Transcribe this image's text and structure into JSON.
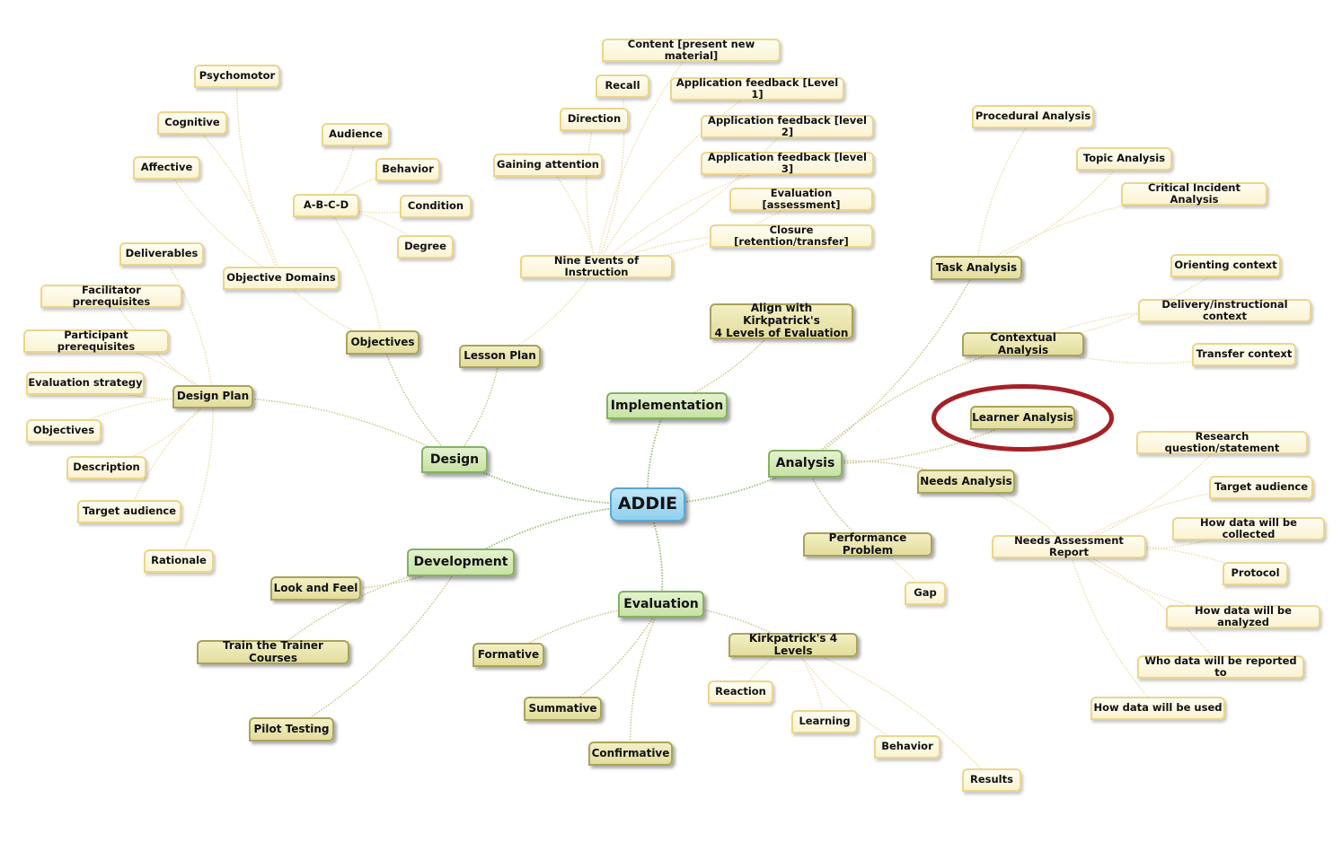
{
  "accent_colors": {
    "root": "#8fd0ee",
    "phase": "#c7e2a4",
    "branch": "#e2dd9c",
    "leaf": "#fbf3d2",
    "highlight": "#a52127"
  },
  "nodes": {
    "addie": {
      "label": "ADDIE",
      "level": "root"
    },
    "design": {
      "label": "Design",
      "level": "phase"
    },
    "development": {
      "label": "Development",
      "level": "phase"
    },
    "implementation": {
      "label": "Implementation",
      "level": "phase"
    },
    "analysis": {
      "label": "Analysis",
      "level": "phase"
    },
    "evaluation": {
      "label": "Evaluation",
      "level": "phase"
    },
    "design_plan": {
      "label": "Design Plan",
      "level": "branch"
    },
    "objectives_branch": {
      "label": "Objectives",
      "level": "branch"
    },
    "lesson_plan": {
      "label": "Lesson Plan",
      "level": "branch"
    },
    "objective_domains": {
      "label": "Objective Domains",
      "level": "leaf"
    },
    "abcd": {
      "label": "A-B-C-D",
      "level": "leaf"
    },
    "psychomotor": {
      "label": "Psychomotor",
      "level": "leaf"
    },
    "cognitive": {
      "label": "Cognitive",
      "level": "leaf"
    },
    "affective": {
      "label": "Affective",
      "level": "leaf"
    },
    "audience": {
      "label": "Audience",
      "level": "leaf"
    },
    "behavior_abcd": {
      "label": "Behavior",
      "level": "leaf"
    },
    "condition": {
      "label": "Condition",
      "level": "leaf"
    },
    "degree": {
      "label": "Degree",
      "level": "leaf"
    },
    "deliverables": {
      "label": "Deliverables",
      "level": "leaf"
    },
    "facilitator_prereq": {
      "label": "Facilitator prerequisites",
      "level": "leaf"
    },
    "participant_prereq": {
      "label": "Participant prerequisites",
      "level": "leaf"
    },
    "evaluation_strategy": {
      "label": "Evaluation strategy",
      "level": "leaf"
    },
    "objectives_leaf": {
      "label": "Objectives",
      "level": "leaf"
    },
    "description": {
      "label": "Description",
      "level": "leaf"
    },
    "target_audience_dp": {
      "label": "Target audience",
      "level": "leaf"
    },
    "rationale": {
      "label": "Rationale",
      "level": "leaf"
    },
    "nine_events": {
      "label": "Nine Events of Instruction",
      "level": "leaf"
    },
    "content_new": {
      "label": "Content [present new material]",
      "level": "leaf"
    },
    "recall": {
      "label": "Recall",
      "level": "leaf"
    },
    "direction": {
      "label": "Direction",
      "level": "leaf"
    },
    "gaining_attention": {
      "label": "Gaining attention",
      "level": "leaf"
    },
    "app_feedback_1": {
      "label": "Application feedback [Level 1]",
      "level": "leaf"
    },
    "app_feedback_2": {
      "label": "Application feedback [level 2]",
      "level": "leaf"
    },
    "app_feedback_3": {
      "label": "Application feedback [level 3]",
      "level": "leaf"
    },
    "evaluation_assessment": {
      "label": "Evaluation [assessment]",
      "level": "leaf"
    },
    "closure": {
      "label": "Closure [retention/transfer]",
      "level": "leaf"
    },
    "align_kirkpatrick": {
      "label": "Align with Kirkpatrick's\n4 Levels of Evaluation",
      "level": "branch"
    },
    "look_feel": {
      "label": "Look and Feel",
      "level": "branch"
    },
    "train_trainer": {
      "label": "Train the Trainer Courses",
      "level": "branch"
    },
    "pilot_testing": {
      "label": "Pilot Testing",
      "level": "branch"
    },
    "formative": {
      "label": "Formative",
      "level": "branch"
    },
    "summative": {
      "label": "Summative",
      "level": "branch"
    },
    "confirmative": {
      "label": "Confirmative",
      "level": "branch"
    },
    "kirkpatrick_levels": {
      "label": "Kirkpatrick's 4 Levels",
      "level": "branch"
    },
    "reaction": {
      "label": "Reaction",
      "level": "leaf"
    },
    "learning": {
      "label": "Learning",
      "level": "leaf"
    },
    "behavior_kp": {
      "label": "Behavior",
      "level": "leaf"
    },
    "results": {
      "label": "Results",
      "level": "leaf"
    },
    "task_analysis": {
      "label": "Task Analysis",
      "level": "branch"
    },
    "contextual_analysis": {
      "label": "Contextual Analysis",
      "level": "branch"
    },
    "learner_analysis": {
      "label": "Learner Analysis",
      "level": "branch"
    },
    "needs_analysis": {
      "label": "Needs Analysis",
      "level": "branch"
    },
    "performance_problem": {
      "label": "Performance Problem",
      "level": "branch"
    },
    "procedural_analysis": {
      "label": "Procedural Analysis",
      "level": "leaf"
    },
    "topic_analysis": {
      "label": "Topic Analysis",
      "level": "leaf"
    },
    "critical_incident": {
      "label": "Critical Incident Analysis",
      "level": "leaf"
    },
    "orienting_context": {
      "label": "Orienting context",
      "level": "leaf"
    },
    "delivery_context": {
      "label": "Delivery/instructional context",
      "level": "leaf"
    },
    "transfer_context": {
      "label": "Transfer context",
      "level": "leaf"
    },
    "needs_assessment_report": {
      "label": "Needs Assessment Report",
      "level": "leaf"
    },
    "research_question": {
      "label": "Research question/statement",
      "level": "leaf"
    },
    "target_audience_na": {
      "label": "Target audience",
      "level": "leaf"
    },
    "data_collected": {
      "label": "How data will be collected",
      "level": "leaf"
    },
    "protocol": {
      "label": "Protocol",
      "level": "leaf"
    },
    "data_analyzed": {
      "label": "How data will be analyzed",
      "level": "leaf"
    },
    "data_reported": {
      "label": "Who data will be reported to",
      "level": "leaf"
    },
    "data_used": {
      "label": "How data will be used",
      "level": "leaf"
    },
    "gap": {
      "label": "Gap",
      "level": "leaf"
    }
  },
  "edges": [
    [
      "addie",
      "design"
    ],
    [
      "addie",
      "development"
    ],
    [
      "addie",
      "implementation"
    ],
    [
      "addie",
      "analysis"
    ],
    [
      "addie",
      "evaluation"
    ],
    [
      "design",
      "design_plan"
    ],
    [
      "design",
      "objectives_branch"
    ],
    [
      "design",
      "lesson_plan"
    ],
    [
      "objectives_branch",
      "objective_domains"
    ],
    [
      "objectives_branch",
      "abcd"
    ],
    [
      "objective_domains",
      "psychomotor"
    ],
    [
      "objective_domains",
      "cognitive"
    ],
    [
      "objective_domains",
      "affective"
    ],
    [
      "abcd",
      "audience"
    ],
    [
      "abcd",
      "behavior_abcd"
    ],
    [
      "abcd",
      "condition"
    ],
    [
      "abcd",
      "degree"
    ],
    [
      "design_plan",
      "deliverables"
    ],
    [
      "design_plan",
      "facilitator_prereq"
    ],
    [
      "design_plan",
      "participant_prereq"
    ],
    [
      "design_plan",
      "evaluation_strategy"
    ],
    [
      "design_plan",
      "objectives_leaf"
    ],
    [
      "design_plan",
      "description"
    ],
    [
      "design_plan",
      "target_audience_dp"
    ],
    [
      "design_plan",
      "rationale"
    ],
    [
      "lesson_plan",
      "nine_events"
    ],
    [
      "nine_events",
      "content_new"
    ],
    [
      "nine_events",
      "recall"
    ],
    [
      "nine_events",
      "direction"
    ],
    [
      "nine_events",
      "gaining_attention"
    ],
    [
      "nine_events",
      "app_feedback_1"
    ],
    [
      "nine_events",
      "app_feedback_2"
    ],
    [
      "nine_events",
      "app_feedback_3"
    ],
    [
      "nine_events",
      "evaluation_assessment"
    ],
    [
      "nine_events",
      "closure"
    ],
    [
      "implementation",
      "align_kirkpatrick"
    ],
    [
      "development",
      "look_feel"
    ],
    [
      "development",
      "train_trainer"
    ],
    [
      "development",
      "pilot_testing"
    ],
    [
      "evaluation",
      "formative"
    ],
    [
      "evaluation",
      "summative"
    ],
    [
      "evaluation",
      "confirmative"
    ],
    [
      "evaluation",
      "kirkpatrick_levels"
    ],
    [
      "kirkpatrick_levels",
      "reaction"
    ],
    [
      "kirkpatrick_levels",
      "learning"
    ],
    [
      "kirkpatrick_levels",
      "behavior_kp"
    ],
    [
      "kirkpatrick_levels",
      "results"
    ],
    [
      "analysis",
      "task_analysis"
    ],
    [
      "analysis",
      "contextual_analysis"
    ],
    [
      "analysis",
      "learner_analysis"
    ],
    [
      "analysis",
      "needs_analysis"
    ],
    [
      "analysis",
      "performance_problem"
    ],
    [
      "task_analysis",
      "procedural_analysis"
    ],
    [
      "task_analysis",
      "topic_analysis"
    ],
    [
      "task_analysis",
      "critical_incident"
    ],
    [
      "contextual_analysis",
      "orienting_context"
    ],
    [
      "contextual_analysis",
      "delivery_context"
    ],
    [
      "contextual_analysis",
      "transfer_context"
    ],
    [
      "needs_analysis",
      "needs_assessment_report"
    ],
    [
      "needs_assessment_report",
      "research_question"
    ],
    [
      "needs_assessment_report",
      "target_audience_na"
    ],
    [
      "needs_assessment_report",
      "data_collected"
    ],
    [
      "needs_assessment_report",
      "protocol"
    ],
    [
      "needs_assessment_report",
      "data_analyzed"
    ],
    [
      "needs_assessment_report",
      "data_reported"
    ],
    [
      "needs_assessment_report",
      "data_used"
    ],
    [
      "performance_problem",
      "gap"
    ]
  ],
  "highlighted": "learner_analysis"
}
